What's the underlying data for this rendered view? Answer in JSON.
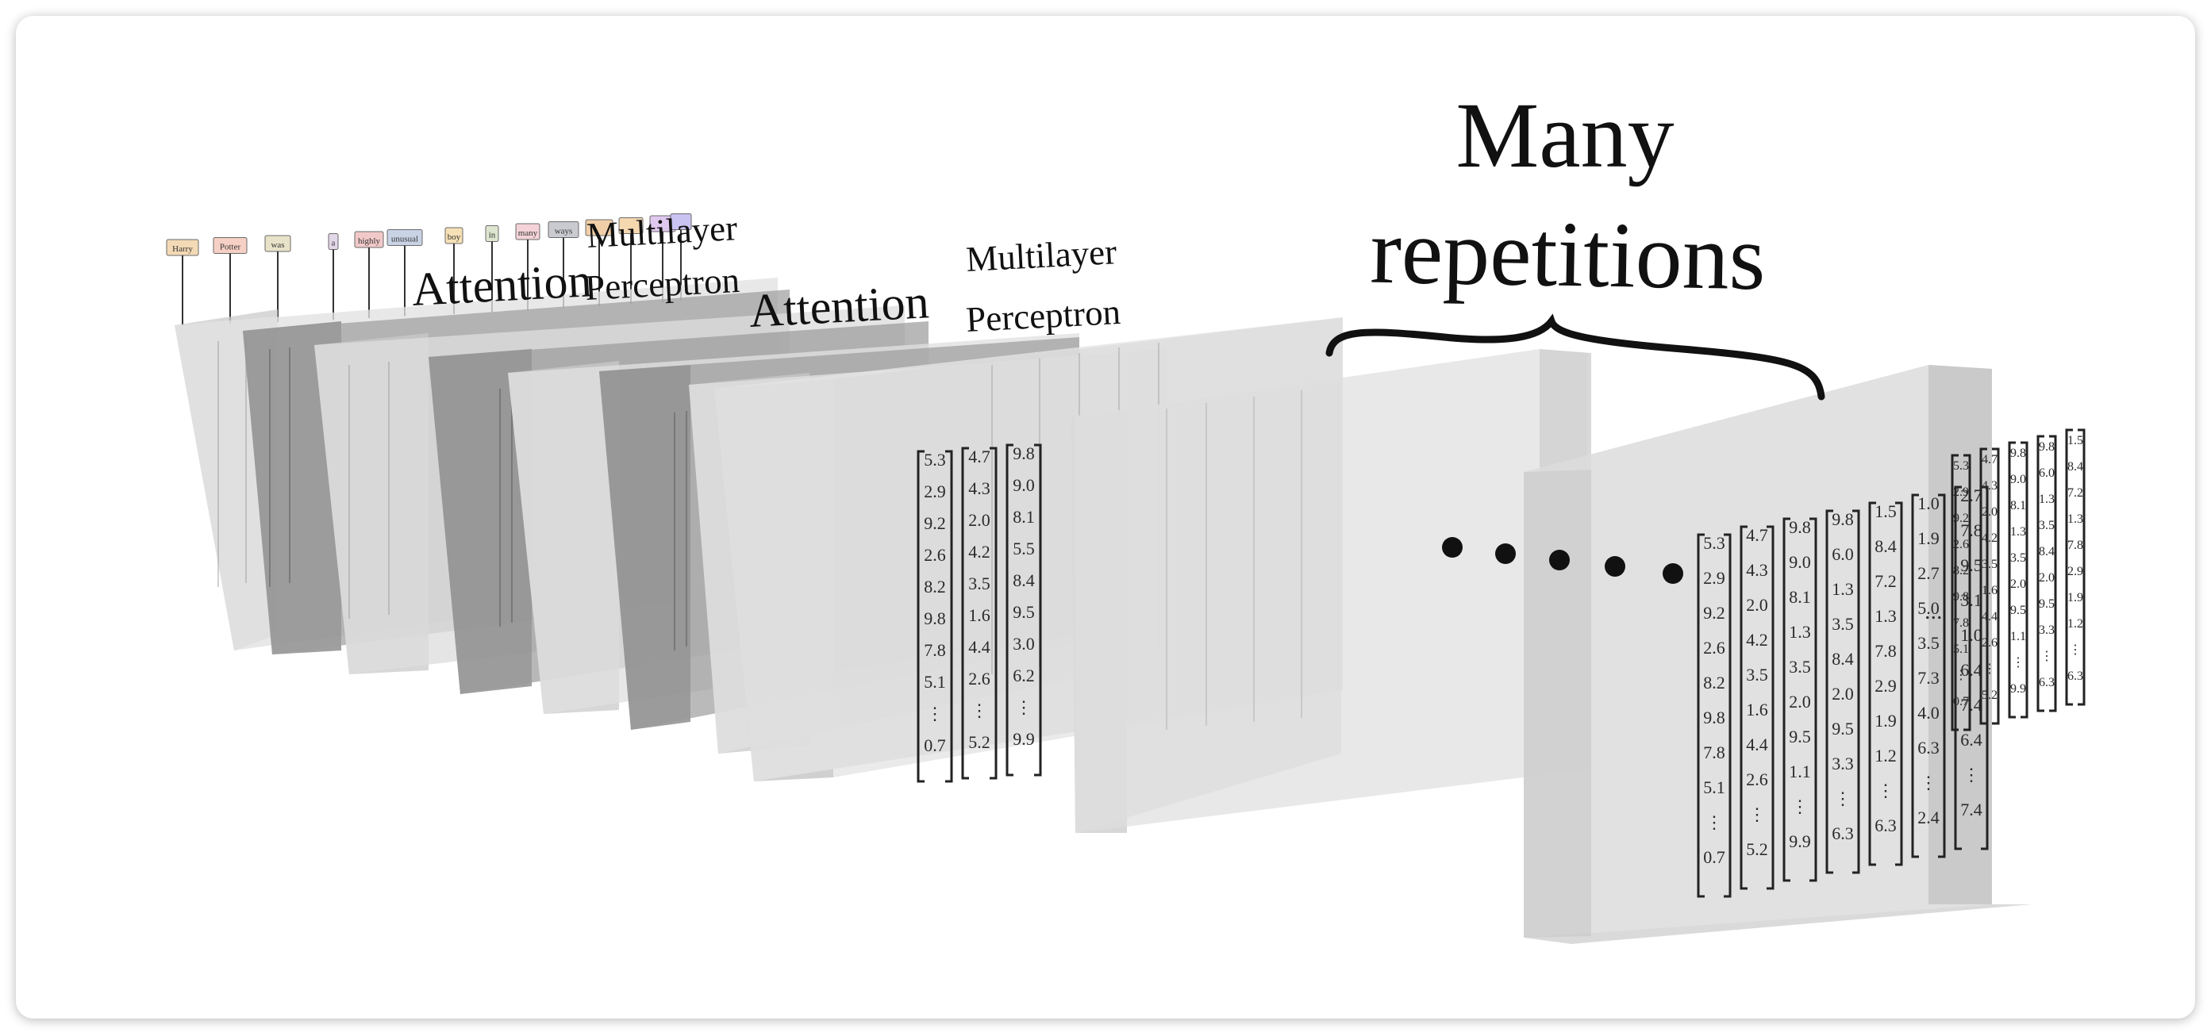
{
  "labels": {
    "attention_1": "Attention",
    "mlp_1_line1": "Multilayer",
    "mlp_1_line2": "Perceptron",
    "attention_2": "Attention",
    "mlp_2_line1": "Multilayer",
    "mlp_2_line2": "Perceptron",
    "repetitions_line1": "Many",
    "repetitions_line2": "repetitions"
  },
  "tokens": [
    "Harry",
    "Potter",
    "was",
    "a",
    "highly",
    "unusual",
    "boy",
    "in",
    "many",
    "ways",
    "",
    "",
    "",
    ""
  ],
  "token_colors": [
    "#f3d9b5",
    "#f6d0c4",
    "#e8e3c8",
    "#e2d7e8",
    "#f2c9c9",
    "#c9d3e6",
    "#f6e0b5",
    "#dfe6cf",
    "#f4d3d8",
    "#c9cbd1",
    "#f0cfa8",
    "#f5d8b0",
    "#e0c8ee",
    "#c9c3f2"
  ],
  "vector_1": {
    "col1": [
      "5.3",
      "2.9",
      "9.2",
      "2.6",
      "8.2",
      "9.8",
      "7.8",
      "5.1",
      "⋮",
      "0.7"
    ],
    "col2": [
      "4.7",
      "4.3",
      "2.0",
      "4.2",
      "3.5",
      "1.6",
      "4.4",
      "2.6",
      "⋮",
      "5.2"
    ],
    "col3": [
      "9.8",
      "9.0",
      "8.1",
      "5.5",
      "8.4",
      "9.5",
      "3.0",
      "6.2",
      "⋮",
      "9.9"
    ]
  },
  "vector_2": {
    "col1": [
      "5.3",
      "2.9",
      "9.2",
      "2.6",
      "8.2",
      "9.8",
      "7.8",
      "5.1",
      "⋮",
      "0.7"
    ],
    "col2": [
      "4.7",
      "4.3",
      "2.0",
      "4.2",
      "3.5",
      "1.6",
      "4.4",
      "2.6",
      "⋮",
      "5.2"
    ],
    "col3": [
      "9.8",
      "9.0",
      "8.1",
      "1.3",
      "3.5",
      "2.0",
      "9.5",
      "1.1",
      "⋮",
      "9.9"
    ],
    "col4": [
      "9.8",
      "6.0",
      "1.3",
      "3.5",
      "8.4",
      "2.0",
      "9.5",
      "3.3",
      "⋮",
      "6.3"
    ],
    "col5": [
      "1.5",
      "8.4",
      "7.2",
      "1.3",
      "7.8",
      "2.9",
      "1.9",
      "1.2",
      "⋮",
      "6.3"
    ],
    "col6": [
      "1.0",
      "1.9",
      "2.7",
      "5.0",
      "3.5",
      "7.3",
      "4.0",
      "6.3",
      "⋮",
      "2.4"
    ],
    "col7": [
      "2.7",
      "7.8",
      "9.5",
      "3.1",
      "1.0",
      "6.4",
      "7.4",
      "6.4",
      "⋮",
      "7.4"
    ]
  },
  "ellipsis_small": "...",
  "colors": {
    "slab_light": "#dadada",
    "slab_dark": "#8e8e8e",
    "ink": "#111111"
  }
}
